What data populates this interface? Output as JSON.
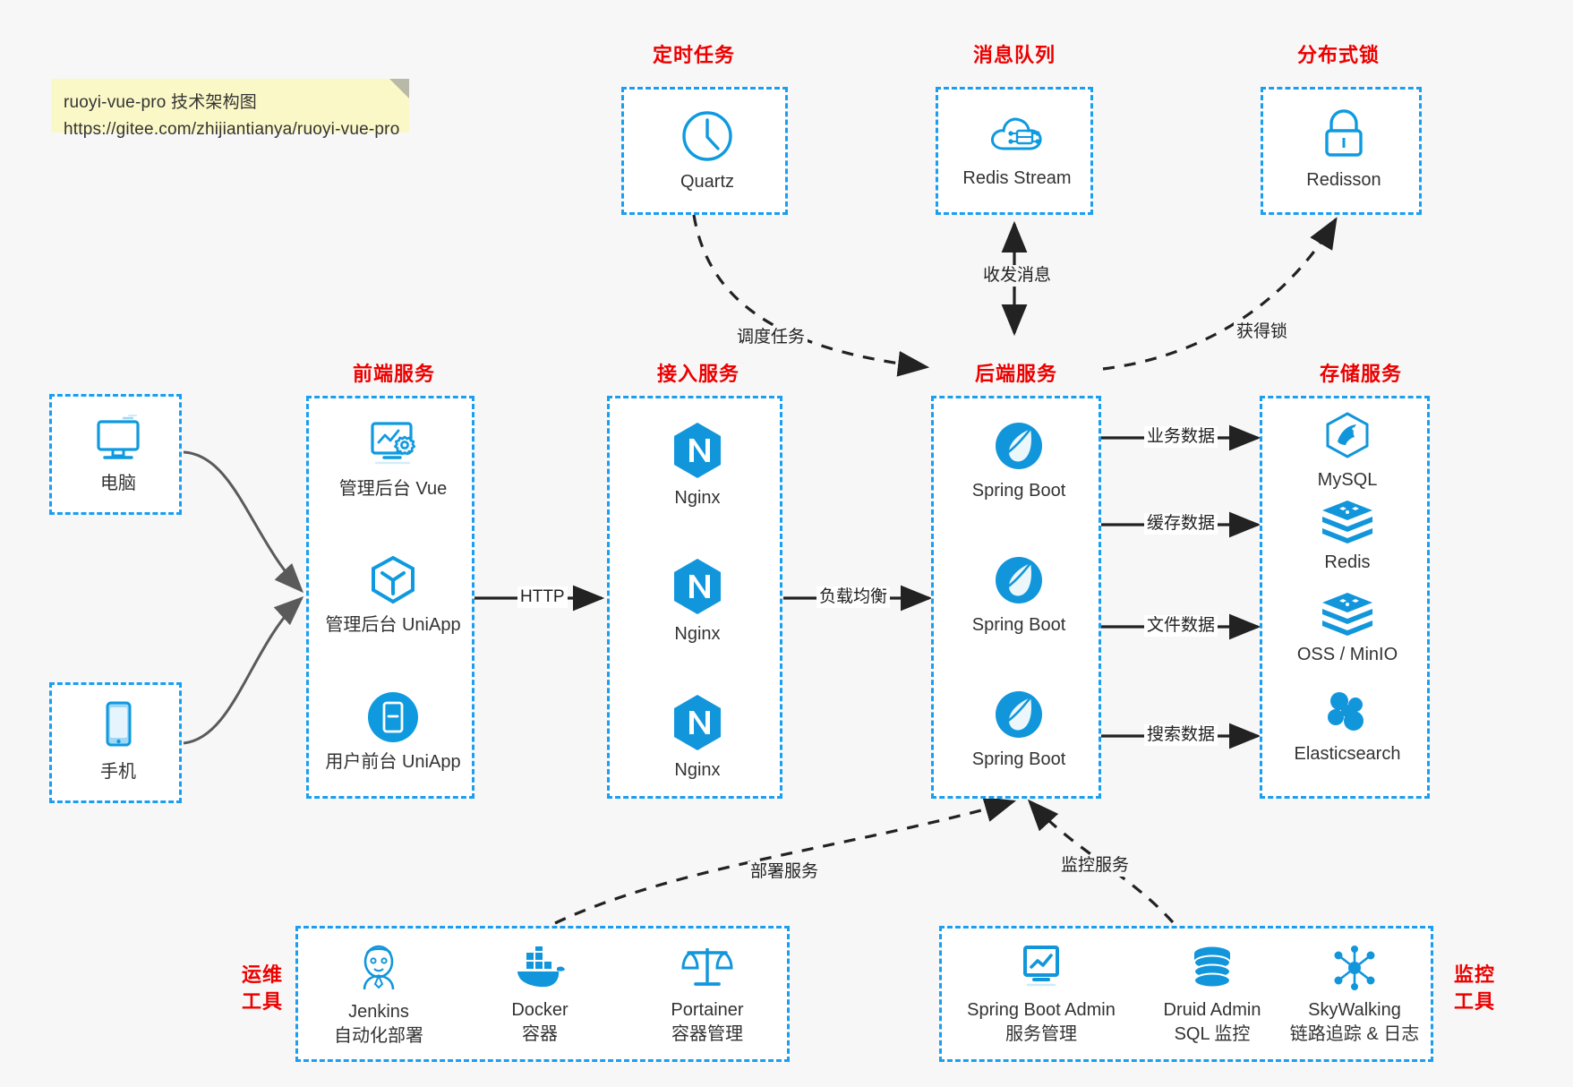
{
  "note": {
    "line1": "ruoyi-vue-pro 技术架构图",
    "line2": "https://gitee.com/zhijiantianya/ruoyi-vue-pro"
  },
  "colors": {
    "background": "#f7f7f7",
    "group_border": "#1a9ef0",
    "group_title": "#ec0000",
    "icon_blue": "#0f9ae0",
    "text": "#333333",
    "note_bg": "#fbf8c8",
    "arrow": "#222222",
    "curve_arrow": "#5a5a5a"
  },
  "groups": {
    "scheduled_task": {
      "title": "定时任务",
      "nodes": [
        {
          "label": "Quartz",
          "icon": "clock-icon"
        }
      ]
    },
    "message_queue": {
      "title": "消息队列",
      "nodes": [
        {
          "label": "Redis Stream",
          "icon": "cloud-stream-icon"
        }
      ]
    },
    "distributed_lock": {
      "title": "分布式锁",
      "nodes": [
        {
          "label": "Redisson",
          "icon": "lock-icon"
        }
      ]
    },
    "clients": {
      "nodes": [
        {
          "label": "电脑",
          "icon": "desktop-icon"
        },
        {
          "label": "手机",
          "icon": "mobile-icon"
        }
      ]
    },
    "frontend": {
      "title": "前端服务",
      "nodes": [
        {
          "label": "管理后台 Vue",
          "icon": "dashboard-gear-icon"
        },
        {
          "label": "管理后台 UniApp",
          "icon": "cube-icon"
        },
        {
          "label": "用户前台 UniApp",
          "icon": "app-window-icon"
        }
      ]
    },
    "access": {
      "title": "接入服务",
      "nodes": [
        {
          "label": "Nginx",
          "icon": "nginx-icon"
        },
        {
          "label": "Nginx",
          "icon": "nginx-icon"
        },
        {
          "label": "Nginx",
          "icon": "nginx-icon"
        }
      ]
    },
    "backend": {
      "title": "后端服务",
      "nodes": [
        {
          "label": "Spring Boot",
          "icon": "spring-leaf-icon"
        },
        {
          "label": "Spring Boot",
          "icon": "spring-leaf-icon"
        },
        {
          "label": "Spring Boot",
          "icon": "spring-leaf-icon"
        }
      ]
    },
    "storage": {
      "title": "存储服务",
      "nodes": [
        {
          "label": "MySQL",
          "icon": "mysql-dolphin-icon"
        },
        {
          "label": "Redis",
          "icon": "redis-stack-icon"
        },
        {
          "label": "OSS / MinIO",
          "icon": "redis-stack-icon"
        },
        {
          "label": "Elasticsearch",
          "icon": "elasticsearch-icon"
        }
      ]
    },
    "devops": {
      "title_line1": "运维",
      "title_line2": "工具",
      "nodes": [
        {
          "label": "Jenkins",
          "sublabel": "自动化部署",
          "icon": "jenkins-butler-icon"
        },
        {
          "label": "Docker",
          "sublabel": "容器",
          "icon": "docker-whale-icon"
        },
        {
          "label": "Portainer",
          "sublabel": "容器管理",
          "icon": "scales-icon"
        }
      ]
    },
    "monitor": {
      "title_line1": "监控",
      "title_line2": "工具",
      "nodes": [
        {
          "label": "Spring Boot Admin",
          "sublabel": "服务管理",
          "icon": "monitor-chart-icon"
        },
        {
          "label": "Druid Admin",
          "sublabel": "SQL 监控",
          "icon": "database-icon"
        },
        {
          "label": "SkyWalking",
          "sublabel": "链路追踪 & 日志",
          "icon": "skywalking-icon"
        }
      ]
    }
  },
  "edges": [
    {
      "label": "调度任务",
      "from": "scheduled_task",
      "to": "backend",
      "style": "dashed"
    },
    {
      "label": "收发消息",
      "from": "message_queue",
      "to": "backend",
      "style": "dashed-bidirectional"
    },
    {
      "label": "获得锁",
      "from": "backend",
      "to": "distributed_lock",
      "style": "dashed"
    },
    {
      "label": "HTTP",
      "from": "frontend",
      "to": "access",
      "style": "solid"
    },
    {
      "label": "负载均衡",
      "from": "access",
      "to": "backend",
      "style": "solid"
    },
    {
      "label": "业务数据",
      "from": "backend",
      "to": "storage",
      "style": "solid"
    },
    {
      "label": "缓存数据",
      "from": "backend",
      "to": "storage",
      "style": "solid"
    },
    {
      "label": "文件数据",
      "from": "backend",
      "to": "storage",
      "style": "solid"
    },
    {
      "label": "搜索数据",
      "from": "backend",
      "to": "storage",
      "style": "solid"
    },
    {
      "label": "部署服务",
      "from": "devops",
      "to": "backend",
      "style": "dashed"
    },
    {
      "label": "监控服务",
      "from": "monitor",
      "to": "backend",
      "style": "dashed"
    }
  ]
}
